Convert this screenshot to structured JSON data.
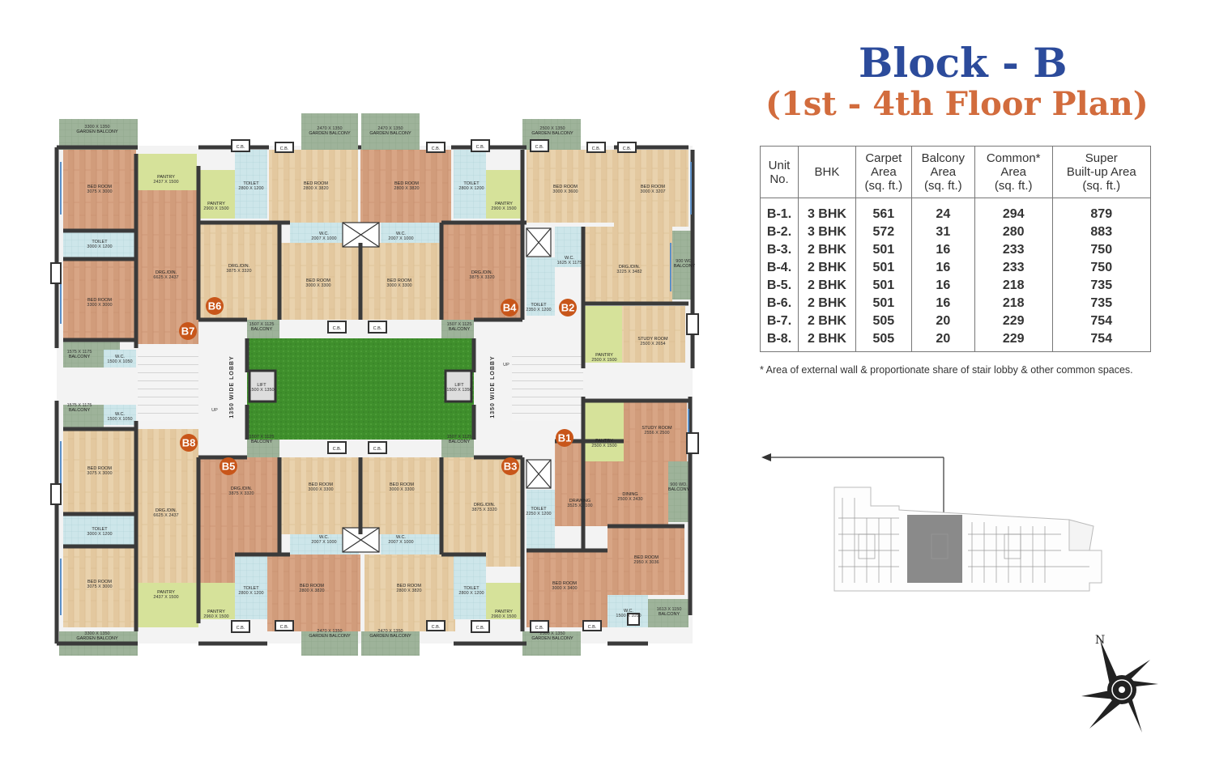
{
  "heading": {
    "line1": "Block - B",
    "line2": "(1st - 4th Floor Plan)"
  },
  "table": {
    "headers": [
      [
        "Unit",
        "No."
      ],
      [
        "BHK"
      ],
      [
        "Carpet",
        "Area",
        "(sq. ft.)"
      ],
      [
        "Balcony",
        "Area",
        "(sq. ft.)"
      ],
      [
        "Common*",
        "Area",
        "(sq. ft.)"
      ],
      [
        "Super",
        "Built-up Area",
        "(sq. ft.)"
      ]
    ],
    "rows": [
      [
        "B-1.",
        "3 BHK",
        "561",
        "24",
        "294",
        "879"
      ],
      [
        "B-2.",
        "3 BHK",
        "572",
        "31",
        "280",
        "883"
      ],
      [
        "B-3.",
        "2 BHK",
        "501",
        "16",
        "233",
        "750"
      ],
      [
        "B-4.",
        "2 BHK",
        "501",
        "16",
        "233",
        "750"
      ],
      [
        "B-5.",
        "2 BHK",
        "501",
        "16",
        "218",
        "735"
      ],
      [
        "B-6.",
        "2 BHK",
        "501",
        "16",
        "218",
        "735"
      ],
      [
        "B-7.",
        "2 BHK",
        "505",
        "20",
        "229",
        "754"
      ],
      [
        "B-8.",
        "2 BHK",
        "505",
        "20",
        "229",
        "754"
      ]
    ]
  },
  "footnote": "* Area of external wall & proportionate share of stair lobby & other common spaces.",
  "compass": {
    "letter": "N"
  },
  "colors": {
    "title_blue": "#2c4b9b",
    "title_orange": "#d26c3d",
    "unit_marker": "#c8561a",
    "lawn": "#3f8f2c"
  },
  "plan": {
    "units": [
      "B1",
      "B2",
      "B3",
      "B4",
      "B5",
      "B6",
      "B7",
      "B8"
    ],
    "lobby": "1350 WIDE LOBBY",
    "up": "UP",
    "rooms": [
      {
        "n": "BED ROOM",
        "d": "3075 X 3000"
      },
      {
        "n": "BED ROOM",
        "d": "3300 X 3000"
      },
      {
        "n": "TOILET",
        "d": "3000 X 1200"
      },
      {
        "n": "PANTRY",
        "d": "2437 X 1500"
      },
      {
        "n": "DRG./DIN.",
        "d": "6625 X 2437"
      },
      {
        "n": "GARDEN BALCONY",
        "d": "3300 X 1350"
      },
      {
        "n": "BALCONY",
        "d": "1575 X 1175"
      },
      {
        "n": "W.C.",
        "d": "1500 X 1050"
      },
      {
        "n": "PANTRY",
        "d": "2900 X 1500"
      },
      {
        "n": "TOILET",
        "d": "2800 X 1200"
      },
      {
        "n": "BED ROOM",
        "d": "2800 X 3820"
      },
      {
        "n": "GARDEN BALCONY",
        "d": "2470 X 1350"
      },
      {
        "n": "W.C.",
        "d": "2007 X 1000"
      },
      {
        "n": "DRG./DIN.",
        "d": "3875 X 3320"
      },
      {
        "n": "BED ROOM",
        "d": "3000 X 3300"
      },
      {
        "n": "BALCONY",
        "d": "1507 X 1125"
      },
      {
        "n": "LIFT",
        "d": "1500 X 1350"
      },
      {
        "n": "BED ROOM",
        "d": "3000 X 3600"
      },
      {
        "n": "BED ROOM",
        "d": "3000 X 3207"
      },
      {
        "n": "GARDEN BALCONY",
        "d": "2500 X 1350"
      },
      {
        "n": "W.C.",
        "d": "1625 X 1175"
      },
      {
        "n": "DRG./DIN.",
        "d": "3225 X 3482"
      },
      {
        "n": "BALCONY",
        "d": "900 WD."
      },
      {
        "n": "TOILET",
        "d": "2350 X 1200"
      },
      {
        "n": "PANTRY",
        "d": "2500 X 1500"
      },
      {
        "n": "STUDY ROOM",
        "d": "2500 X 2654"
      },
      {
        "n": "STUDY ROOM",
        "d": "2556 X 2500"
      },
      {
        "n": "DRAWING",
        "d": "3525 X 2100"
      },
      {
        "n": "DINING",
        "d": "2500 X 2430"
      },
      {
        "n": "TOILET",
        "d": "2250 X 1200"
      },
      {
        "n": "BED ROOM",
        "d": "2950 X 3036"
      },
      {
        "n": "BED ROOM",
        "d": "3000 X 3400"
      },
      {
        "n": "W.C.",
        "d": "1500 X 1050"
      },
      {
        "n": "BALCONY",
        "d": "1613 X 1150"
      },
      {
        "n": "PANTRY",
        "d": "2960 X 1500"
      },
      {
        "n": "C.B.",
        "d": ""
      }
    ]
  }
}
